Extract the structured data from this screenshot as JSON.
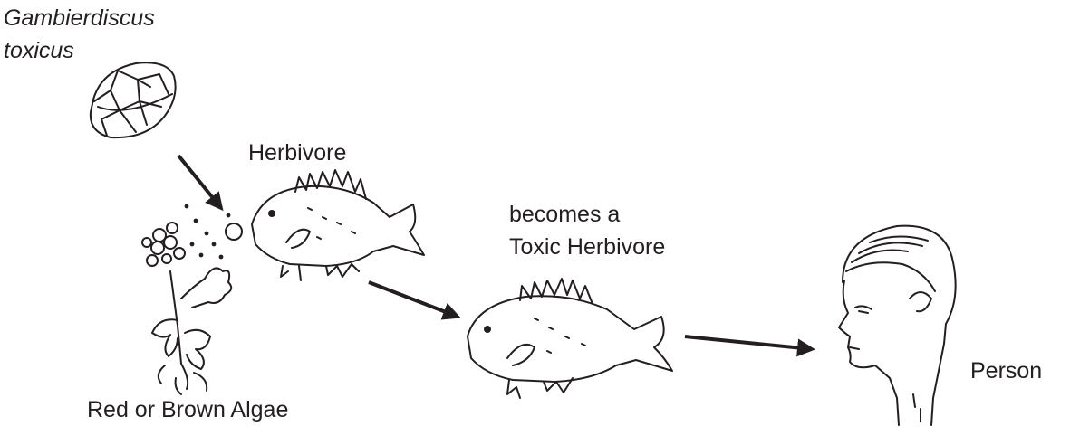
{
  "labels": {
    "organism_line1": "Gambierdiscus",
    "organism_line2": "toxicus",
    "herbivore": "Herbivore",
    "becomes_line1": "becomes a",
    "becomes_line2": "Toxic Herbivore",
    "algae": "Red or Brown Algae",
    "person": "Person"
  },
  "colors": {
    "ink": "#231f20",
    "background": "#ffffff"
  }
}
